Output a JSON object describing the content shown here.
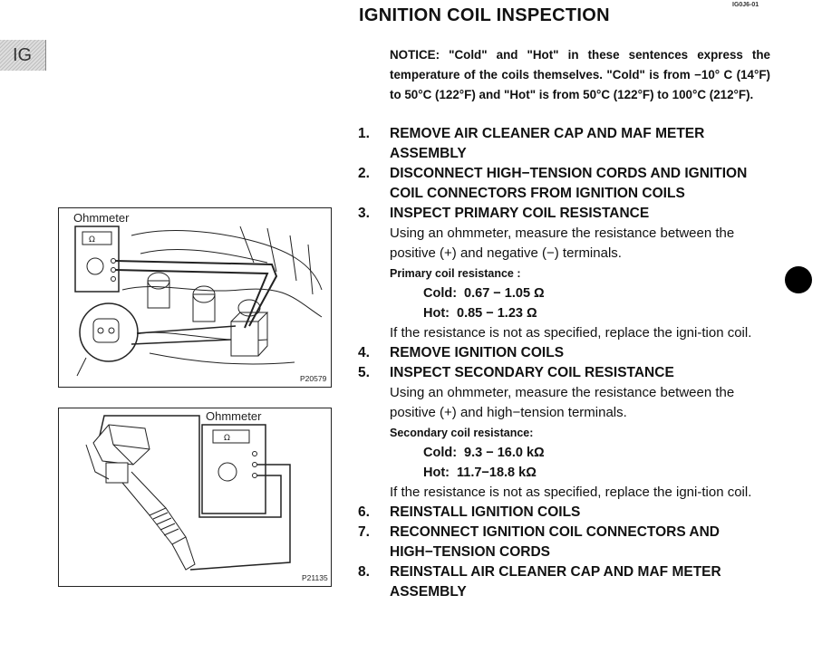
{
  "section_tab": "IG",
  "doc_code": "IG0J6-01",
  "title": "IGNITION COIL INSPECTION",
  "notice": "NOTICE: \"Cold\" and \"Hot\" in these sentences express the temperature of the coils themselves. \"Cold\" is from −10° C (14°F) to 50°C (122°F) and \"Hot\" is from 50°C (122°F) to 100°C (212°F).",
  "steps": [
    {
      "num": "1.",
      "head": "REMOVE AIR CLEANER CAP AND MAF METER ASSEMBLY"
    },
    {
      "num": "2.",
      "head": "DISCONNECT HIGH−TENSION CORDS AND IGNITION COIL CONNECTORS FROM IGNITION COILS"
    },
    {
      "num": "3.",
      "head": "INSPECT PRIMARY COIL RESISTANCE",
      "text": "Using an ohmmeter, measure the resistance between the positive (+) and negative (−) terminals.",
      "spec_label": "Primary coil resistance :",
      "cold_label": "Cold:",
      "cold_value": "0.67 − 1.05 Ω",
      "hot_label": "Hot:",
      "hot_value": "0.85 − 1.23 Ω",
      "note": "If the resistance is not as specified, replace the igni-tion coil."
    },
    {
      "num": "4.",
      "head": "REMOVE IGNITION COILS"
    },
    {
      "num": "5.",
      "head": "INSPECT SECONDARY COIL RESISTANCE",
      "text": "Using an ohmmeter, measure the resistance between the positive (+) and high−tension terminals.",
      "spec_label": "Secondary coil resistance:",
      "cold_label": "Cold:",
      "cold_value": "9.3 − 16.0 kΩ",
      "hot_label": "Hot:",
      "hot_value": "11.7−18.8 kΩ",
      "note": "If the resistance is not as specified, replace the igni-tion coil."
    },
    {
      "num": "6.",
      "head": "REINSTALL IGNITION COILS"
    },
    {
      "num": "7.",
      "head": "RECONNECT IGNITION COIL CONNECTORS AND HIGH−TENSION CORDS"
    },
    {
      "num": "8.",
      "head": "REINSTALL AIR CLEANER CAP AND MAF METER ASSEMBLY"
    }
  ],
  "figures": [
    {
      "label": "Ohmmeter",
      "code": "P20579",
      "meter_symbol": "Ω"
    },
    {
      "label": "Ohmmeter",
      "code": "P21135",
      "meter_symbol": "Ω"
    }
  ]
}
